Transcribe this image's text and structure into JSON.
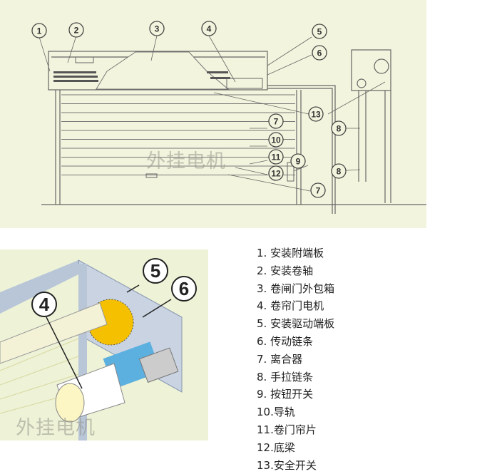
{
  "watermark": "外挂电机",
  "top_callouts": [
    "1",
    "2",
    "3",
    "4",
    "5",
    "6",
    "13",
    "7",
    "8",
    "10",
    "11",
    "9",
    "12",
    "7",
    "8"
  ],
  "bottom_callouts": [
    "4",
    "5",
    "6"
  ],
  "colors": {
    "panel": "#f3f4dd",
    "line": "#555555",
    "sprocket": "#f5c000",
    "motor_band": "#5bb0e0"
  },
  "legend": [
    "1. 安装附端板",
    "2. 安装卷轴",
    "3. 卷闸门外包箱",
    "4. 卷帘门电机",
    "5. 安装驱动端板",
    "6. 传动链条",
    "7. 离合器",
    "8. 手拉链条",
    "9. 按钮开关",
    "10.导轨",
    "11.卷门帘片",
    "12.底梁",
    "13.安全开关"
  ]
}
